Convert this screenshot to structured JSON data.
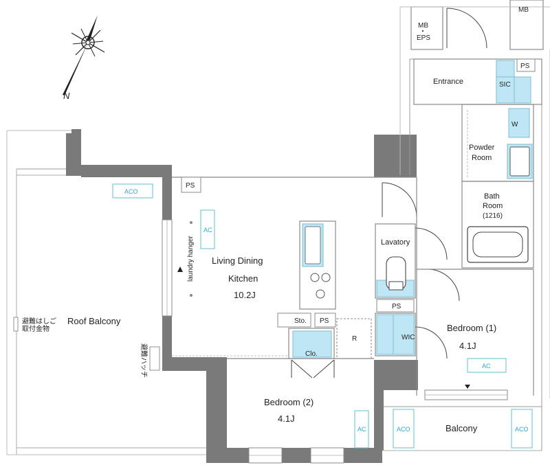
{
  "compass": {
    "north_label": "N"
  },
  "rooms": {
    "roof_balcony": "Roof Balcony",
    "living_line1": "Living Dining",
    "living_line2": "Kitchen",
    "living_size": "10.2J",
    "bedroom2": "Bedroom (2)",
    "bedroom2_size": "4.1J",
    "bedroom1": "Bedroom (1)",
    "bedroom1_size": "4.1J",
    "balcony": "Balcony",
    "entrance": "Entrance",
    "powder_line1": "Powder",
    "powder_line2": "Room",
    "bath_line1": "Bath",
    "bath_line2": "Room",
    "bath_size": "(1216)",
    "lavatory": "Lavatory"
  },
  "labels": {
    "mb_top": "MB",
    "mb_eps_1": "MB",
    "mb_eps_dot": "・",
    "mb_eps_2": "EPS",
    "ps_entrance": "PS",
    "ps_living": "PS",
    "ps_kitchen": "PS",
    "ps_lavatory": "PS",
    "sic": "SIC",
    "w": "W",
    "sto": "Sto.",
    "clo": "Clo.",
    "wic": "WIC",
    "r": "R",
    "laundry": "laundry hanger",
    "escape_1": "避難はしご",
    "escape_2": "取付金物",
    "escape_hatch": "避難ハッチ"
  },
  "equipment": {
    "aco_roof": "ACO",
    "ac_living": "AC",
    "ac_bedroom2": "AC",
    "ac_bedroom1": "AC",
    "aco_balcony_left": "ACO",
    "aco_balcony_right": "ACO"
  }
}
